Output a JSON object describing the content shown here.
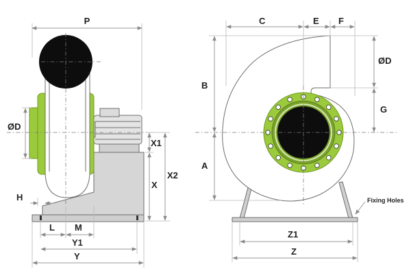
{
  "labels": {
    "P": "P",
    "OD_left": "ØD",
    "H": "H",
    "X1": "X1",
    "X": "X",
    "X2": "X2",
    "L": "L",
    "M": "M",
    "Y1": "Y1",
    "Y": "Y",
    "C": "C",
    "E": "E",
    "F": "F",
    "OD_right": "ØD",
    "B": "B",
    "G": "G",
    "A": "A",
    "fixing_holes": "Fixing Holes",
    "Z1": "Z1",
    "Z": "Z"
  },
  "colors": {
    "green": "#9bcb3c",
    "green_dark": "#6f9a1f",
    "black": "#0d0d0d",
    "grey_body": "#d9d9d9",
    "grey_base": "#cfcfcf",
    "casing_white": "#ffffff"
  },
  "bolt_count": 16
}
